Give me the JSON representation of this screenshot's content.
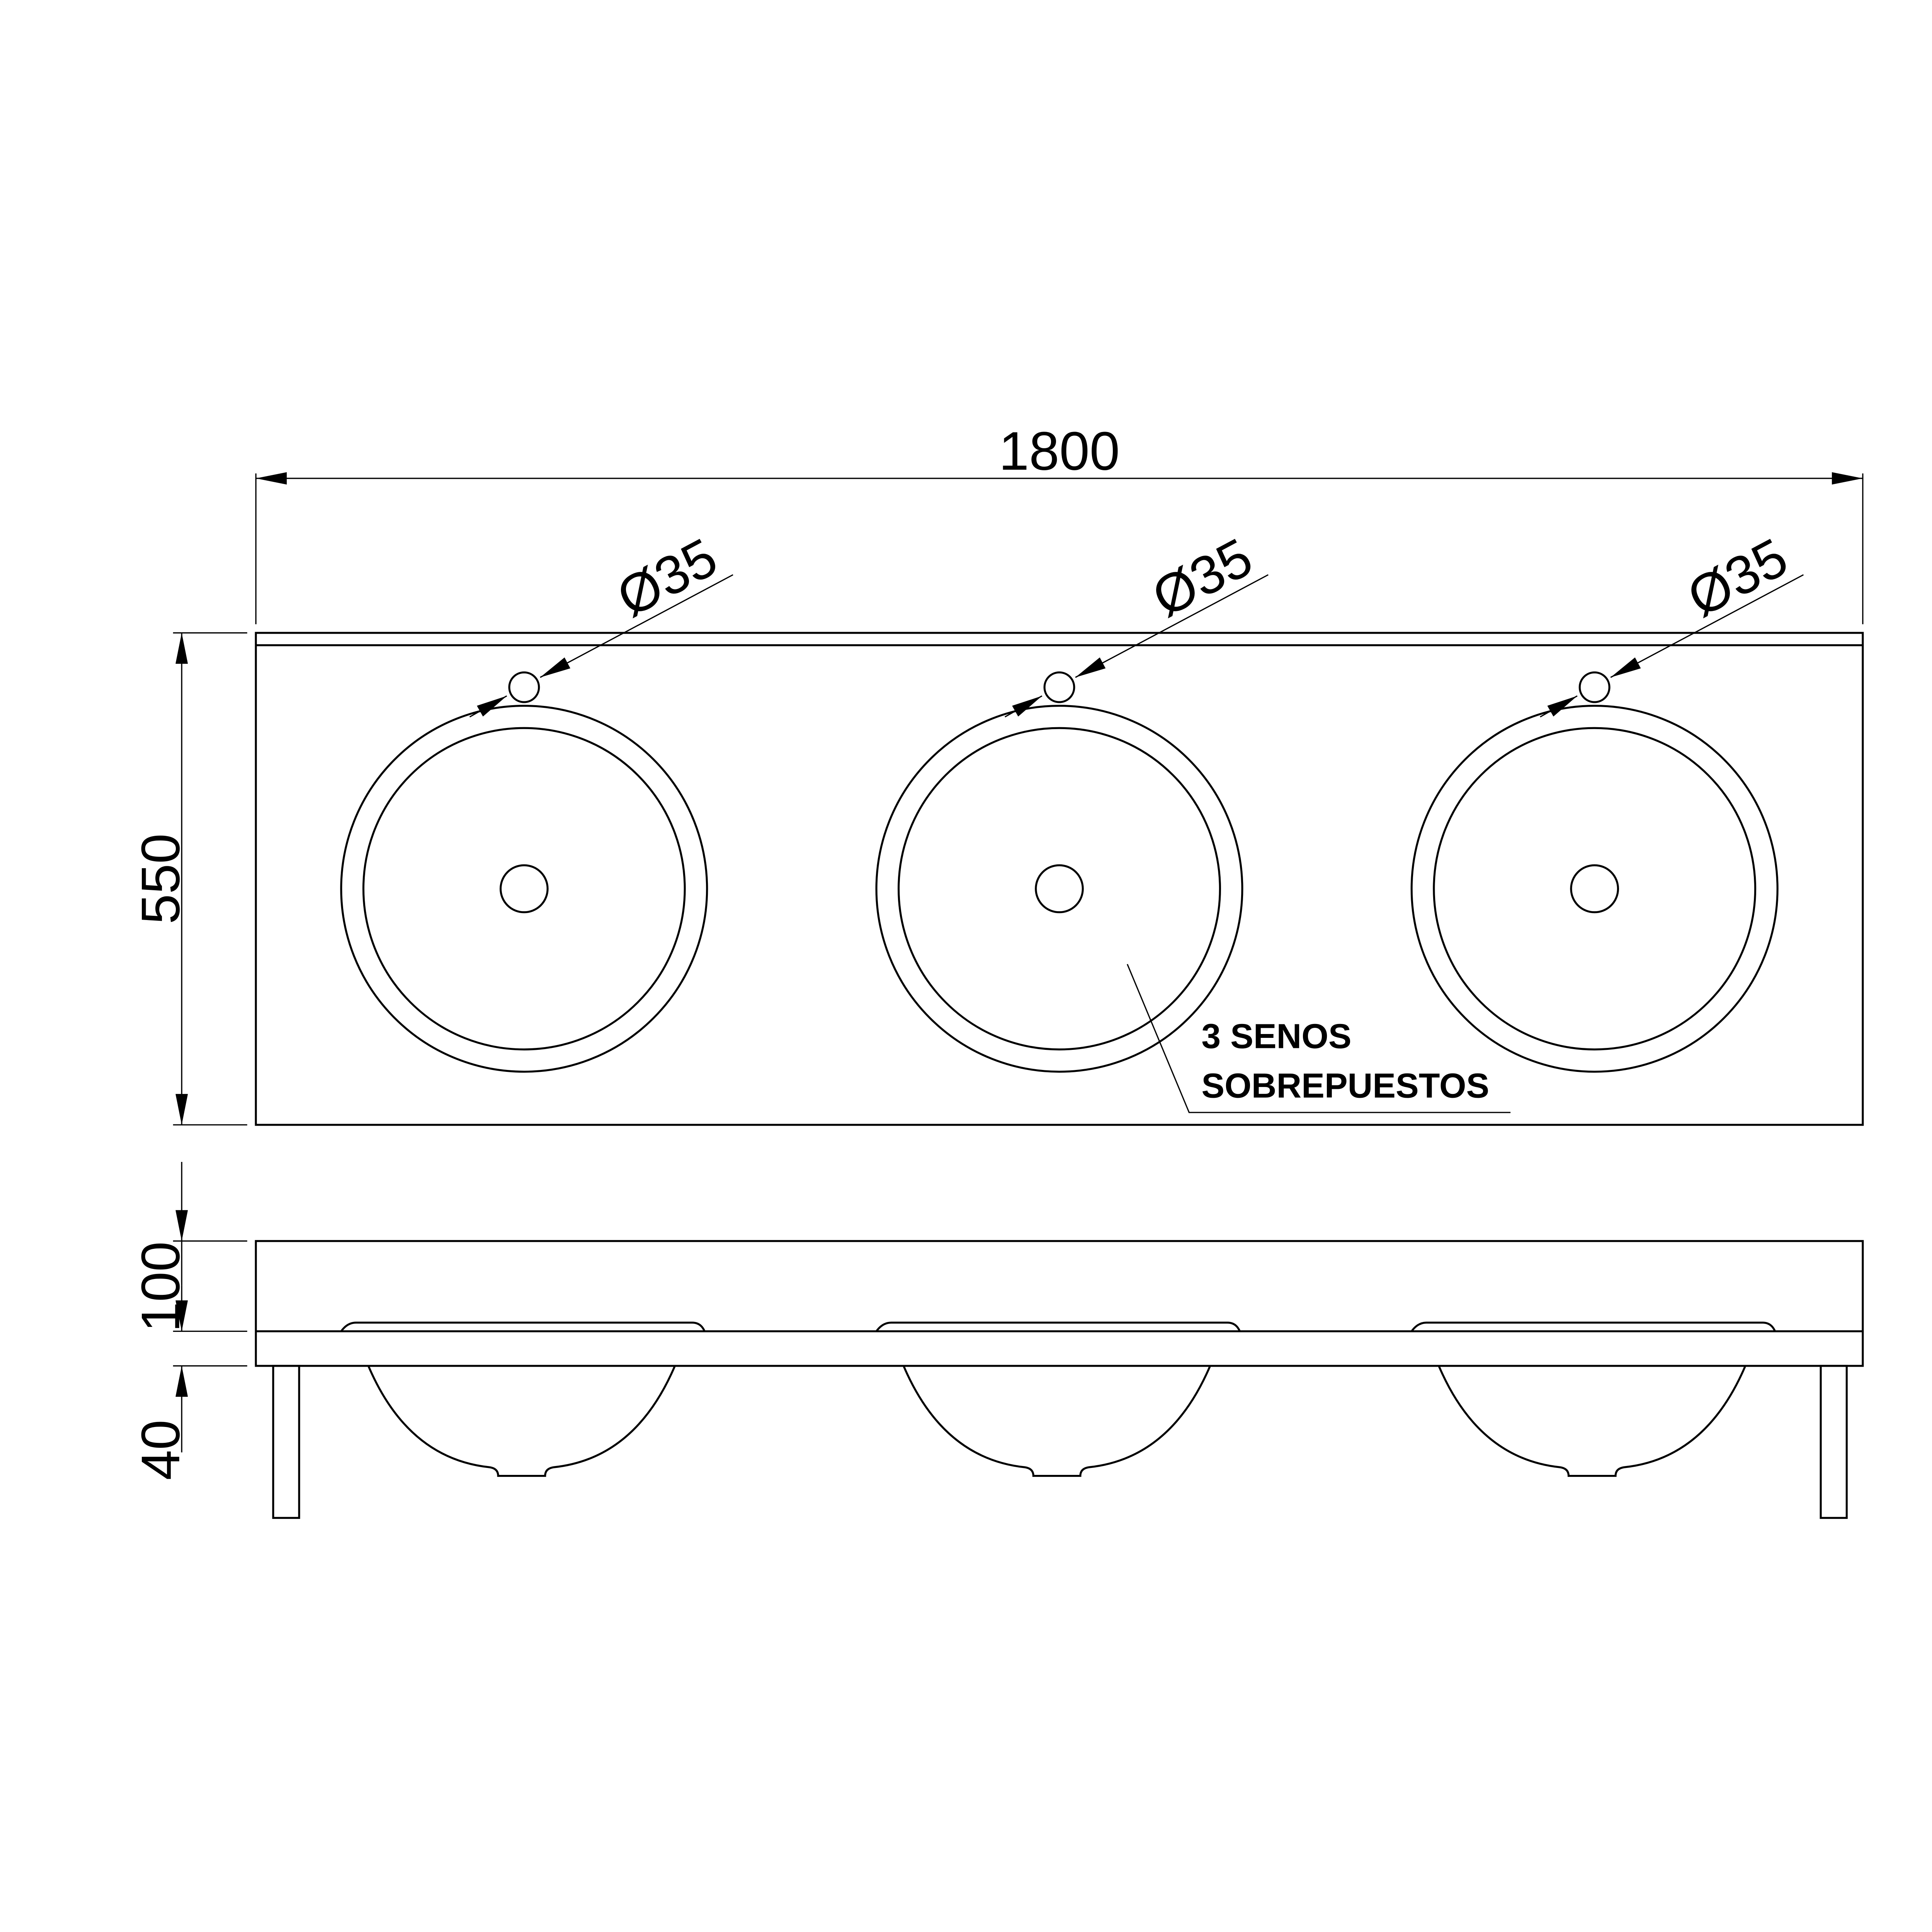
{
  "dimensions": {
    "width": "1800",
    "depth": "550",
    "height_top": "100",
    "height_bottom": "40",
    "hole_diameter": "Ø35"
  },
  "sink_count": 3,
  "label": {
    "line1": "3 SENOS",
    "line2": "SOBREPUESTOS"
  },
  "colors": {
    "line": "#000000",
    "background": "#ffffff"
  }
}
